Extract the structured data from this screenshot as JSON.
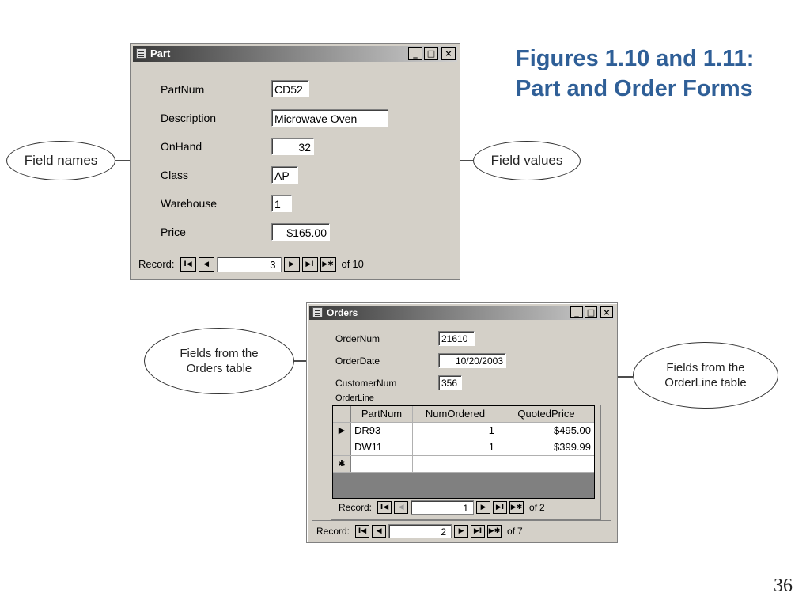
{
  "slide": {
    "title_line1": "Figures 1.10 and 1.11:",
    "title_line2": "Part and Order Forms",
    "page_number": "36"
  },
  "part_window": {
    "title": "Part",
    "controls": {
      "minimize": "_",
      "maximize": "□",
      "close": "×"
    },
    "fields": [
      {
        "label": "PartNum",
        "value": "CD52"
      },
      {
        "label": "Description",
        "value": "Microwave Oven"
      },
      {
        "label": "OnHand",
        "value": "32"
      },
      {
        "label": "Class",
        "value": "AP"
      },
      {
        "label": "Warehouse",
        "value": "1"
      },
      {
        "label": "Price",
        "value": "$165.00"
      }
    ],
    "nav": {
      "label": "Record:",
      "current": "3",
      "of": "of",
      "total": "10"
    }
  },
  "orders_window": {
    "title": "Orders",
    "controls": {
      "minimize": "_",
      "maximize": "□",
      "close": "×"
    },
    "fields": [
      {
        "label": "OrderNum",
        "value": "21610"
      },
      {
        "label": "OrderDate",
        "value": "10/20/2003"
      },
      {
        "label": "CustomerNum",
        "value": "356"
      }
    ],
    "subform_label": "OrderLine",
    "grid": {
      "columns": [
        "PartNum",
        "NumOrdered",
        "QuotedPrice"
      ],
      "rows": [
        {
          "selector": "▶",
          "cells": [
            "DR93",
            "1",
            "$495.00"
          ]
        },
        {
          "selector": "",
          "cells": [
            "DW11",
            "1",
            "$399.99"
          ]
        },
        {
          "selector": "✱",
          "cells": [
            "",
            "",
            ""
          ]
        }
      ]
    },
    "subform_nav": {
      "label": "Record:",
      "current": "1",
      "of": "of",
      "total": "2"
    },
    "nav": {
      "label": "Record:",
      "current": "2",
      "of": "of",
      "total": "7"
    }
  },
  "nav_buttons": {
    "first": "I◀",
    "prev": "◀",
    "next": "▶",
    "last": "▶I",
    "new": "▶✱"
  },
  "callouts": {
    "field_names": "Field names",
    "field_values": "Field values",
    "orders_fields_line1": "Fields from the",
    "orders_fields_line2": "Orders table",
    "orderline_fields_line1": "Fields from the",
    "orderline_fields_line2": "OrderLine table"
  }
}
